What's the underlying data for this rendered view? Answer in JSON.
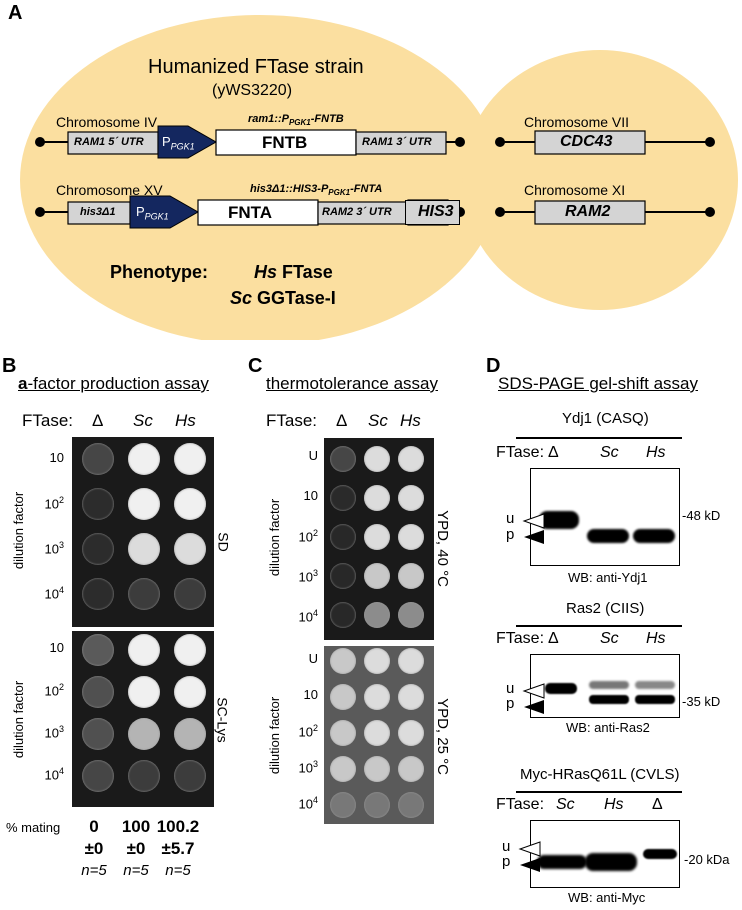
{
  "panels": {
    "A": {
      "letter": "A",
      "strain_title": "Humanized FTase strain",
      "strain_id": "(yWS3220)",
      "chr4": "Chromosome IV",
      "chr15": "Chromosome XV",
      "chr7": "Chromosome VII",
      "chr11": "Chromosome XI",
      "construct1_label_pre": "ram1::P",
      "construct1_label_sub": "PGK1",
      "construct1_label_post": "-FNTB",
      "construct2_label_pre": "his3Δ1::HIS3-P",
      "construct2_label_sub": "PGK1",
      "construct2_label_post": "-FNTA",
      "ram1_5utr": "RAM1 5´ UTR",
      "promoter_main": "P",
      "promoter_sub": "PGK1",
      "fntb": "FNTB",
      "ram1_3utr": "RAM1 3´ UTR",
      "cdc43": "CDC43",
      "his3d1": "his3Δ1",
      "fnta": "FNTA",
      "ram2_3utr": "RAM2 3´ UTR",
      "his3": "HIS3",
      "ram2": "RAM2",
      "phenotype_label": "Phenotype:",
      "pheno1_species": "Hs",
      "pheno1_enzyme": "FTase",
      "pheno2_species": "Sc",
      "pheno2_enzyme": "GGTase-I"
    },
    "B": {
      "letter": "B",
      "title_bold": "a",
      "title_rest": "-factor production assay",
      "ftase_label": "FTase:",
      "col_delta": "Δ",
      "col_sc": "Sc",
      "col_hs": "Hs",
      "rows_top": [
        "10",
        "10",
        "10",
        "10"
      ],
      "exponents_top": [
        "",
        "2",
        "3",
        "4"
      ],
      "rows_bottom": [
        "10",
        "10",
        "10",
        "10"
      ],
      "exponents_bottom": [
        "",
        "2",
        "3",
        "4"
      ],
      "ylabel": "dilution factor",
      "medium_top": "SD",
      "medium_bottom": "SC-Lys",
      "mating_label": "% mating",
      "mating_values": [
        "0",
        "100",
        "100.2"
      ],
      "mating_errors": [
        "±0",
        "±0",
        "±5.7"
      ],
      "mating_n": [
        "n=5",
        "n=5",
        "n=5"
      ]
    },
    "C": {
      "letter": "C",
      "title": "thermotolerance assay",
      "ftase_label": "FTase:",
      "col_delta": "Δ",
      "col_sc": "Sc",
      "col_hs": "Hs",
      "rows": [
        "U",
        "10",
        "10",
        "10",
        "10"
      ],
      "exponents": [
        "",
        "",
        "2",
        "3",
        "4"
      ],
      "ylabel": "dilution factor",
      "cond_top": "YPD, 40 °C",
      "cond_bottom": "YPD, 25 °C"
    },
    "D": {
      "letter": "D",
      "title": "SDS-PAGE gel-shift assay",
      "blot1": {
        "protein": "Ydj1 (CASQ)",
        "cols": [
          "Δ",
          "Sc",
          "Hs"
        ],
        "marker": "48 kD",
        "wb": "WB: anti-Ydj1"
      },
      "blot2": {
        "protein": "Ras2 (CIIS)",
        "cols": [
          "Δ",
          "Sc",
          "Hs"
        ],
        "marker": "35 kD",
        "wb": "WB: anti-Ras2"
      },
      "blot3": {
        "protein": "Myc-HRasQ61L (CVLS)",
        "cols": [
          "Sc",
          "Hs",
          "Δ"
        ],
        "marker": "20 kDa",
        "wb": "WB: anti-Myc"
      },
      "ftase_label": "FTase:",
      "u_label": "u",
      "p_label": "p"
    }
  },
  "colors": {
    "ellipse": "#fbdfa0",
    "promoter": "#14275f",
    "gene_box_grey": "#d4d4d4",
    "plate": "#1a1a1a"
  },
  "colonies": {
    "B_top": [
      [
        0.15,
        1,
        1
      ],
      [
        0.02,
        1,
        1
      ],
      [
        0.02,
        0.9,
        0.9
      ],
      [
        0.02,
        0.1,
        0.1
      ]
    ],
    "B_bottom": [
      [
        0.25,
        1,
        1
      ],
      [
        0.2,
        1,
        1
      ],
      [
        0.2,
        0.7,
        0.7
      ],
      [
        0.15,
        0.1,
        0.1
      ]
    ],
    "C_top": [
      [
        0.15,
        0.9,
        0.9
      ],
      [
        0.01,
        0.9,
        0.9
      ],
      [
        0,
        0.9,
        0.9
      ],
      [
        0,
        0.8,
        0.8
      ],
      [
        0,
        0.5,
        0.5
      ]
    ],
    "C_bottom": [
      [
        0.8,
        0.9,
        0.9
      ],
      [
        0.8,
        0.9,
        0.9
      ],
      [
        0.8,
        0.9,
        0.9
      ],
      [
        0.8,
        0.8,
        0.8
      ],
      [
        0.4,
        0.4,
        0.4
      ]
    ]
  }
}
